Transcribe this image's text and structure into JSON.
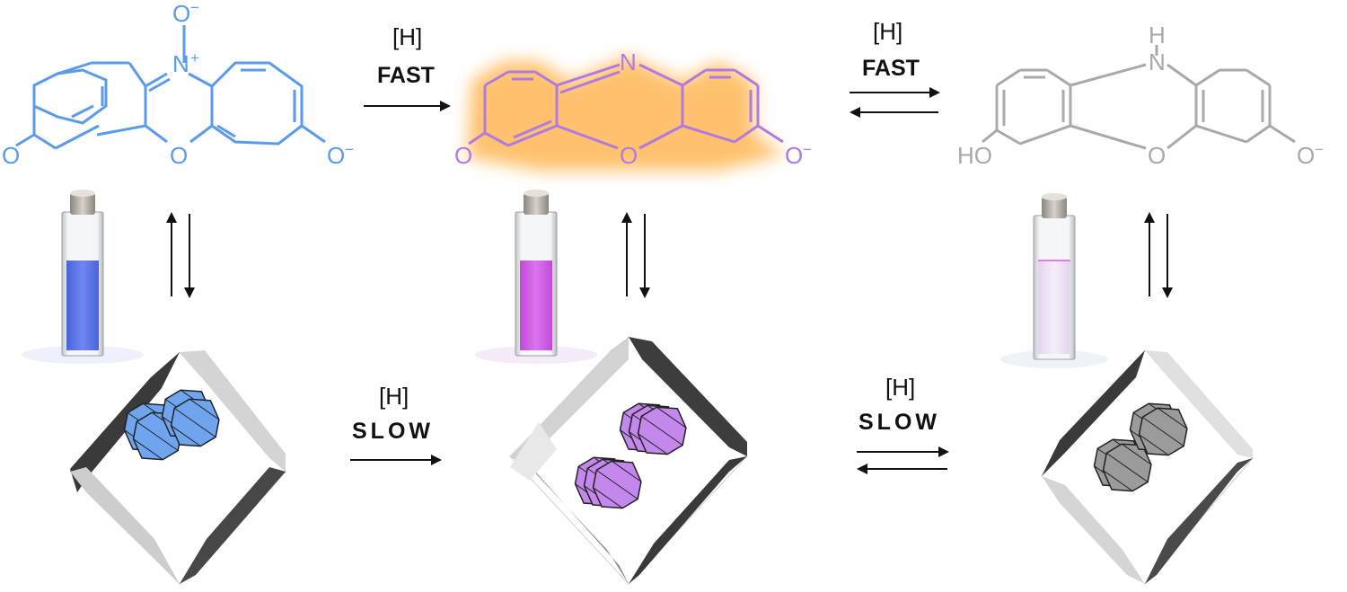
{
  "colors": {
    "resazurin": "#5b9bea",
    "resorufin": "#b07be0",
    "resorufin_glow": "#ffb24a",
    "dihydroresorufin": "#a9a9a9",
    "arrow": "#111111",
    "cage_dark": "#3a3a3a",
    "cage_light": "#cfcfcf",
    "guest_blue": "#6fa5ee",
    "guest_purple": "#c487ec",
    "guest_gray": "#9b9b9b",
    "vial_blue": "#5a78ee",
    "vial_purple": "#d35eea",
    "vial_pale": "#ecdff5"
  },
  "molecules": {
    "resazurin": {
      "n_label": "N",
      "n_charge": "+",
      "o_top": "O",
      "o_top_charge": "−",
      "o_left": "O",
      "o_ring": "O",
      "o_right": "O",
      "o_right_charge": "−"
    },
    "resorufin": {
      "n_label": "N",
      "o_left": "O",
      "o_ring": "O",
      "o_right": "O",
      "o_right_charge": "−"
    },
    "dihydroresorufin": {
      "nh_label": "H",
      "n_label": "N",
      "o_left": "HO",
      "o_ring": "O",
      "o_right": "O",
      "o_right_charge": "−"
    }
  },
  "arrows": {
    "top_left": {
      "reagent": "[H]",
      "rate": "FAST",
      "kind": "forward"
    },
    "top_right": {
      "reagent": "[H]",
      "rate": "FAST",
      "kind": "equilibrium"
    },
    "bot_left": {
      "reagent": "[H]",
      "rate": "SLOW",
      "kind": "forward"
    },
    "bot_right": {
      "reagent": "[H]",
      "rate": "SLOW",
      "kind": "equilibrium"
    }
  },
  "vials": [
    "blue solution",
    "purple solution",
    "nearly colorless solution"
  ],
  "icons": [
    "molecule-structure",
    "cuvette-photo",
    "octahedral-cage-icon",
    "equilibrium-arrow-icon"
  ]
}
